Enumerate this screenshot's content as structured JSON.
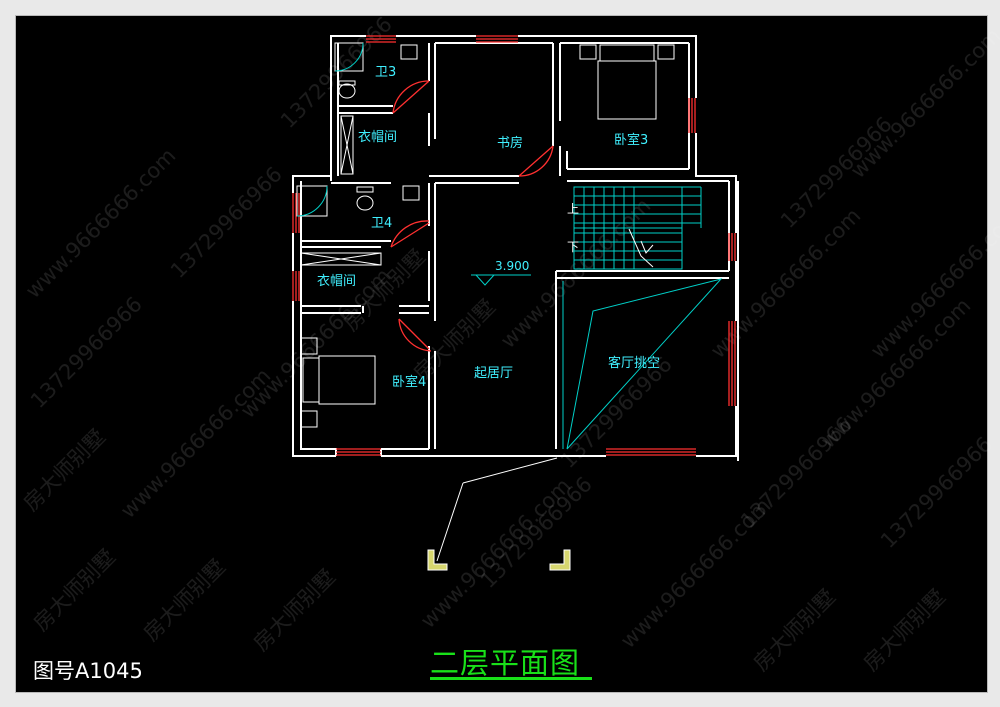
{
  "drawing_number": "图号A1045",
  "plan_title": "二层平面图",
  "rooms": {
    "bath3": "卫3",
    "closet_upper": "衣帽间",
    "study": "书房",
    "bedroom3": "卧室3",
    "bath4": "卫4",
    "closet_lower": "衣帽间",
    "bedroom4": "卧室4",
    "living": "起居厅",
    "void": "客厅挑空"
  },
  "stair_up": "上",
  "stair_down": "下",
  "elevation": "3.900",
  "watermarks": [
    "房大师别墅",
    "www.9666666.com",
    "13729966966"
  ],
  "colors": {
    "wall": "#ffffff",
    "window": "#ff3030",
    "door": "#ff3030",
    "room_text": "#40f0ff",
    "stair": "#00d0c8",
    "title": "#19e119"
  }
}
